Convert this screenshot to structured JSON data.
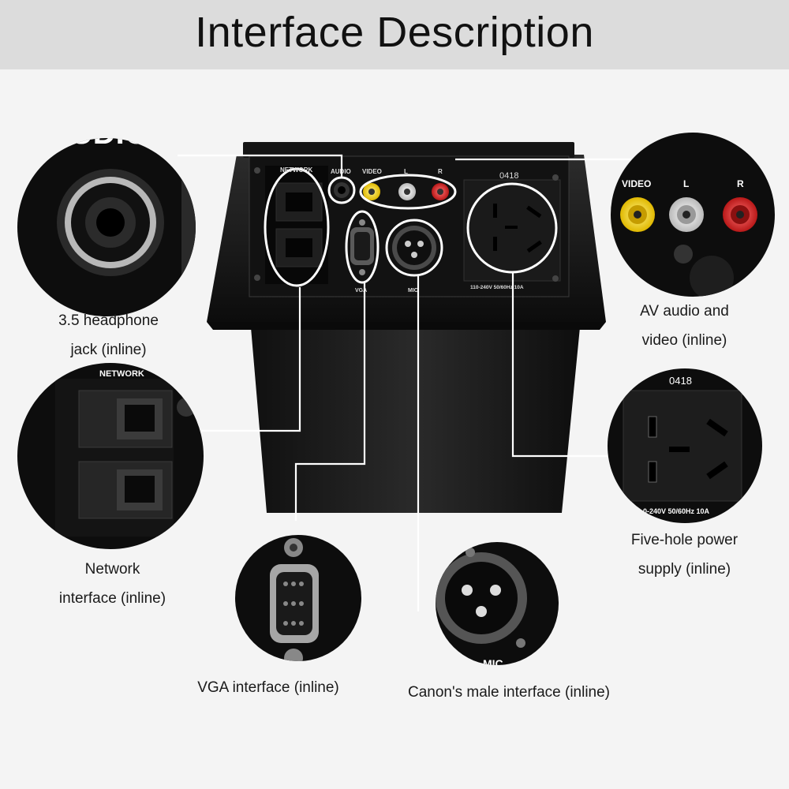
{
  "page": {
    "title": "Interface Description"
  },
  "captions": {
    "headphone_line1": "3.5 headphone",
    "headphone_line2": "jack (inline)",
    "network_line1": "Network",
    "network_line2": "interface (inline)",
    "vga": "VGA interface (inline)",
    "canon": "Canon's male interface (inline)",
    "av_line1": "AV audio and",
    "av_line2": "video (inline)",
    "power_line1": "Five-hole power",
    "power_line2": "supply (inline)"
  },
  "panel_labels": {
    "network": "NETWORK",
    "audio": "AUDIO",
    "video": "VIDEO",
    "left": "L",
    "right": "R",
    "code": "0418",
    "vga": "VGA",
    "mic": "MIC",
    "rating": "110-240V 50/60Hz 10A"
  },
  "zoom_labels": {
    "audio": "AUDIO",
    "network": "NETWORK",
    "video": "VIDEO",
    "left": "L",
    "right": "R",
    "code": "0418",
    "rating": "0-240V 50/60Hz 10A",
    "mic": "MIC"
  },
  "colors": {
    "video_jack": "#f3d000",
    "left_jack": "#e8e8e8",
    "right_jack": "#d42a2a",
    "box": "#1b1b1b",
    "header_band": "#dcdcdc"
  }
}
